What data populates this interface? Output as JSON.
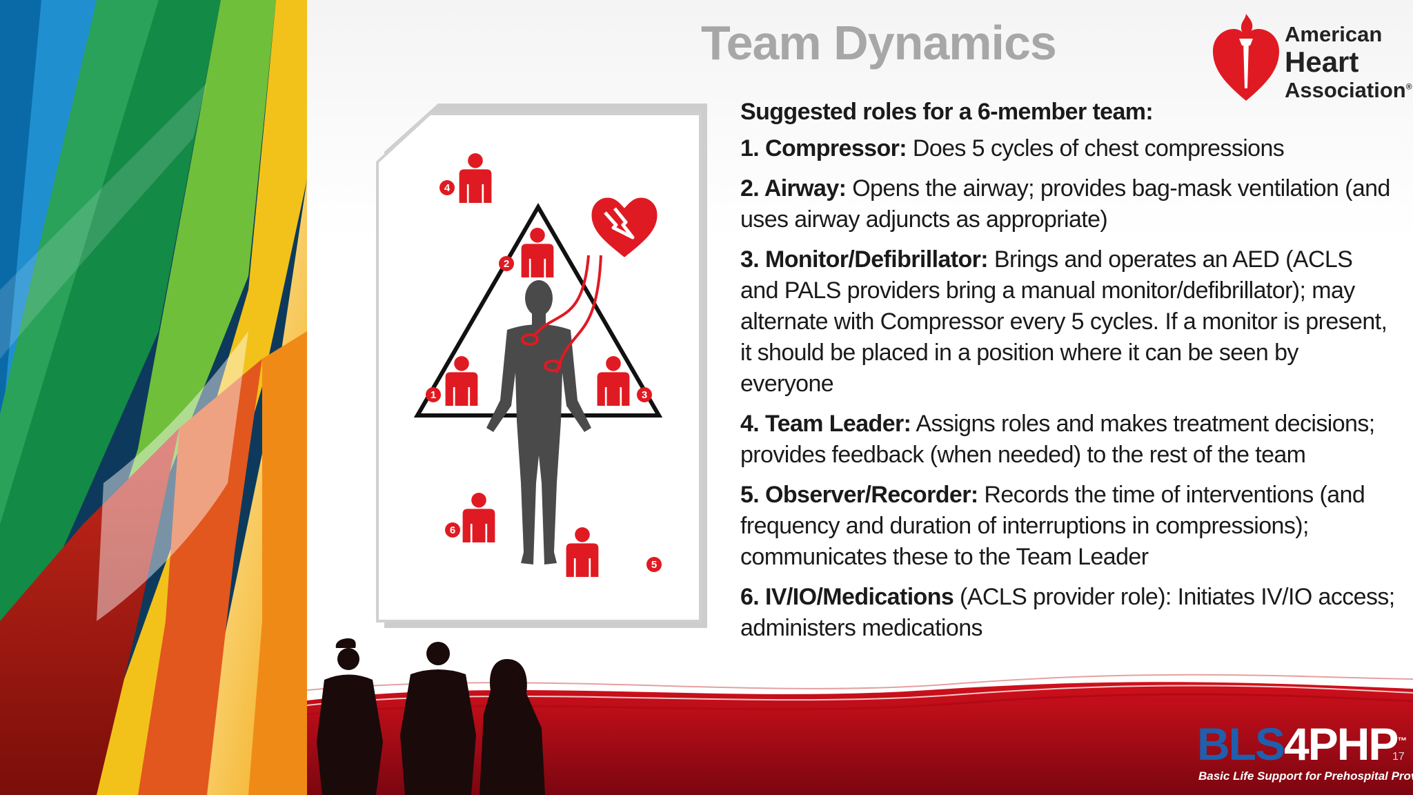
{
  "title": "Team Dynamics",
  "logo": {
    "line1": "American",
    "line2": "Heart",
    "line3": "Association",
    "reg": "®",
    "color": "#e01a22"
  },
  "heading": "Suggested roles for a 6-member team:",
  "roles": [
    {
      "label": "1. Compressor:",
      "text": " Does 5 cycles of chest compressions"
    },
    {
      "label": "2. Airway:",
      "text": " Opens the airway; provides bag-mask ventilation (and uses airway adjuncts as appropriate)"
    },
    {
      "label": "3. Monitor/Defibrillator:",
      "text": " Brings and operates an AED (ACLS and PALS providers bring a manual monitor/defibrillator); may alternate with Compressor every 5 cycles. If a monitor is present, it should be placed in a position where it can be seen by everyone"
    },
    {
      "label": "4. Team Leader:",
      "text": " Assigns roles and makes treatment decisions; provides feedback (when needed) to the rest of the team"
    },
    {
      "label": "5. Observer/Recorder:",
      "text": " Records the time of interventions (and frequency and duration of interruptions in compressions); communicates these to the Team Leader"
    },
    {
      "label": "6. IV/IO/Medications",
      "text": " (ACLS provider role): Initiates IV/IO access; administers medications"
    }
  ],
  "diagram": {
    "markers": [
      "1",
      "2",
      "3",
      "4",
      "5",
      "6"
    ],
    "accent": "#e01a22"
  },
  "bls": {
    "bls": "BLS",
    "php": "4PHP",
    "tm": "™",
    "subtitle": "Basic Life Support for Prehospital Providers"
  },
  "page_number": "17"
}
